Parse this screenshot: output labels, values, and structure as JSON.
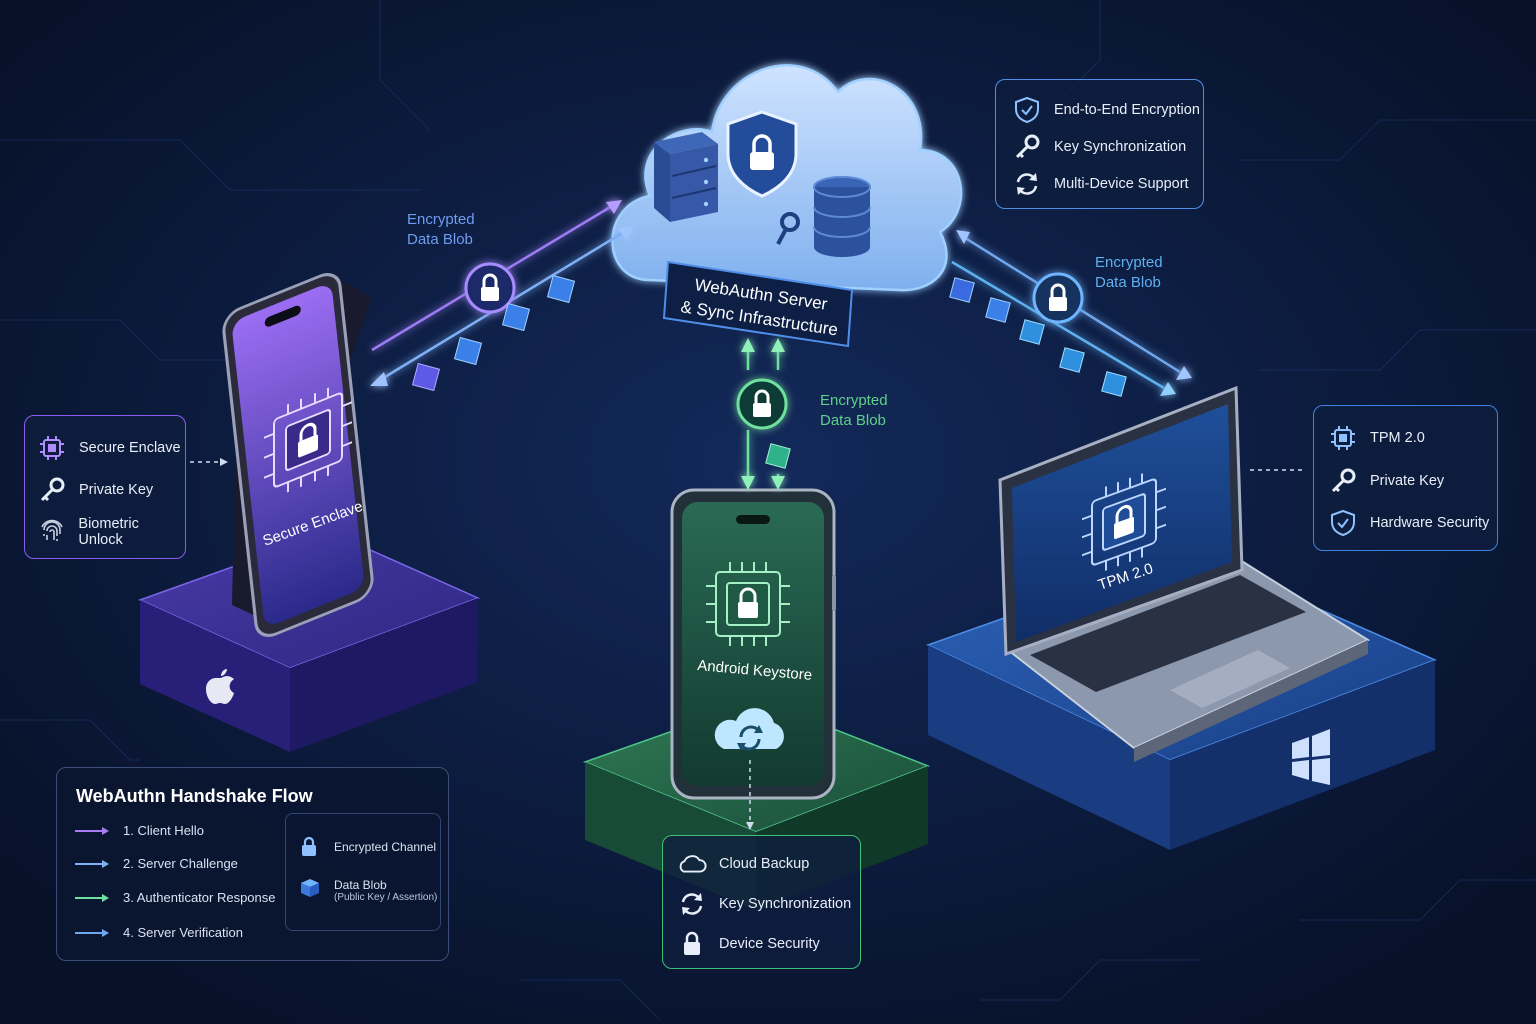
{
  "server": {
    "line1": "WebAuthn Server",
    "line2": "& Sync Infrastructure"
  },
  "cloud_features": [
    {
      "label": "End-to-End Encryption",
      "icon": "shield-check-icon"
    },
    {
      "label": "Key Synchronization",
      "icon": "key-icon"
    },
    {
      "label": "Multi-Device Support",
      "icon": "sync-icon"
    }
  ],
  "blobs": {
    "apple": {
      "line1": "Encrypted",
      "line2": "Data Blob",
      "color": "#6e9cf0"
    },
    "android": {
      "line1": "Encrypted",
      "line2": "Data Blob",
      "color": "#5fd08a"
    },
    "windows": {
      "line1": "Encrypted",
      "line2": "Data Blob",
      "color": "#5fb0f0"
    }
  },
  "apple": {
    "screen_label": "Secure Enclave",
    "logo_icon": "apple-logo-icon",
    "features": [
      {
        "label": "Secure Enclave",
        "icon": "chip-icon"
      },
      {
        "label": "Private Key",
        "icon": "key-icon"
      },
      {
        "label": "Biometric Unlock",
        "icon": "fingerprint-icon"
      }
    ],
    "accent": "#8a5cf0"
  },
  "android": {
    "screen_label": "Android Keystore",
    "features": [
      {
        "label": "Cloud Backup",
        "icon": "cloud-icon"
      },
      {
        "label": "Key Synchronization",
        "icon": "sync-icon"
      },
      {
        "label": "Device Security",
        "icon": "lock-icon"
      }
    ],
    "accent": "#3fbf74"
  },
  "windows": {
    "screen_label": "TPM 2.0",
    "logo_icon": "windows-logo-icon",
    "features": [
      {
        "label": "TPM 2.0",
        "icon": "chip-icon"
      },
      {
        "label": "Private Key",
        "icon": "key-icon"
      },
      {
        "label": "Hardware Security",
        "icon": "shield-check-icon"
      }
    ],
    "accent": "#3f82e0"
  },
  "legend": {
    "title": "WebAuthn Handshake Flow",
    "steps": [
      {
        "label": "1.  Client Hello",
        "color": "#a77cf2"
      },
      {
        "label": "2.  Server Challenge",
        "color": "#7fb0f5"
      },
      {
        "label": "3.  Authenticator Response",
        "color": "#6fe0a0"
      },
      {
        "label": "4.  Server Verification",
        "color": "#6fa8f0"
      }
    ],
    "keys": [
      {
        "label": "Encrypted Channel",
        "icon": "lock-icon"
      },
      {
        "label": "Data Blob",
        "sub": "(Public Key / Assertion)",
        "icon": "cube-icon"
      }
    ]
  }
}
